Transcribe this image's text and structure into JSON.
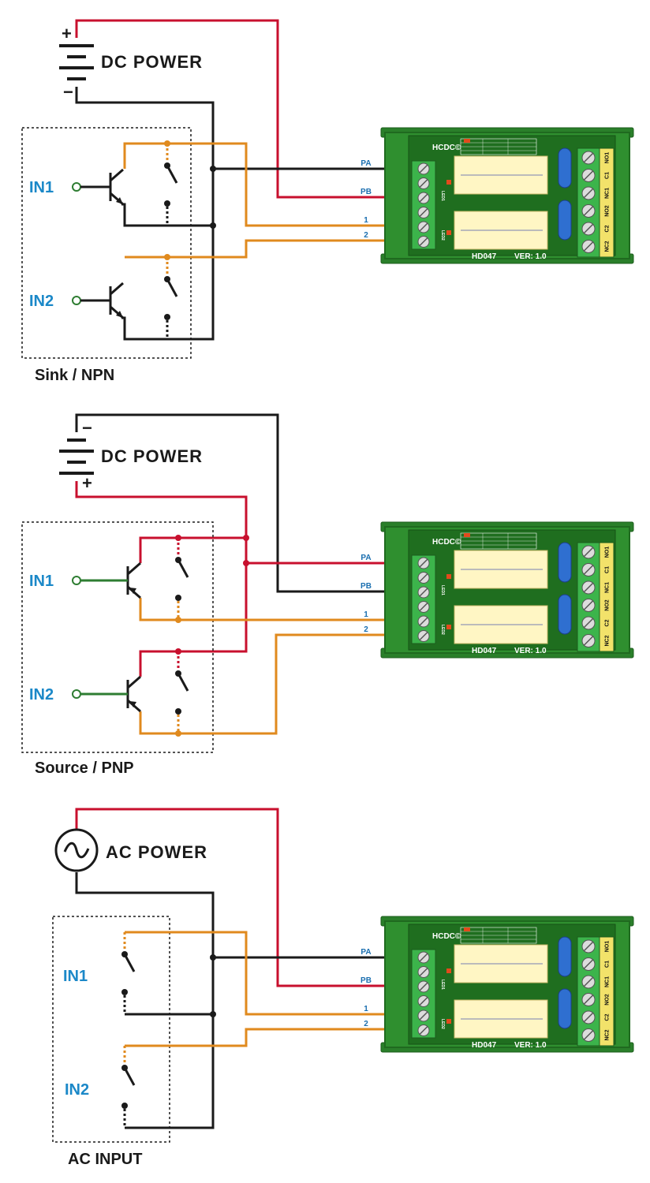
{
  "colors": {
    "red": "#c8102e",
    "black": "#1a1a1a",
    "orange": "#e08a1e",
    "green": "#2e7d32",
    "board": "#2f8f2f",
    "label_blue": "#1b88c8"
  },
  "sink": {
    "power_label": "DC POWER",
    "plus": "+",
    "minus": "−",
    "in1": "IN1",
    "in2": "IN2",
    "caption": "Sink / NPN",
    "wires": {
      "pa": "PA",
      "pb": "PB",
      "w1": "1",
      "w2": "2"
    }
  },
  "source": {
    "power_label": "DC POWER",
    "plus": "+",
    "minus": "−",
    "in1": "IN1",
    "in2": "IN2",
    "caption": "Source / PNP",
    "wires": {
      "pa": "PA",
      "pb": "PB",
      "w1": "1",
      "w2": "2"
    }
  },
  "ac": {
    "power_label": "AC POWER",
    "in1": "IN1",
    "in2": "IN2",
    "caption": "AC INPUT",
    "wires": {
      "pa": "PA",
      "pb": "PB",
      "w1": "1",
      "w2": "2"
    }
  },
  "board": {
    "brand": "HCDC©",
    "model": "HD047",
    "version": "VER: 1.0",
    "led1": "LED1",
    "led2": "LED2",
    "outputs": [
      "NO1",
      "C1",
      "NC1",
      "NO2",
      "C2",
      "NC2"
    ]
  }
}
